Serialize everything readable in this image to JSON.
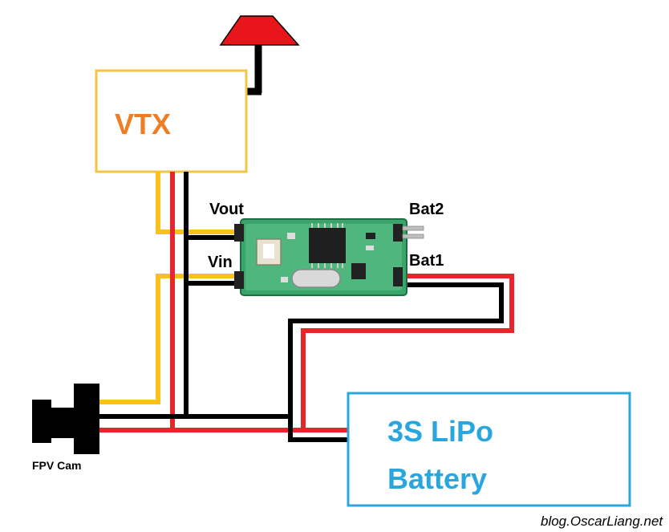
{
  "labels": {
    "vtx": "VTX",
    "vout": "Vout",
    "vin": "Vin",
    "bat2": "Bat2",
    "bat1": "Bat1",
    "battery_line1": "3S LiPo",
    "battery_line2": "Battery",
    "fpv_cam": "FPV Cam",
    "watermark": "blog.OscarLiang.net"
  },
  "colors": {
    "vtx_box": "#f4c542",
    "vtx_text": "#ef7d23",
    "battery_box": "#2aa6de",
    "battery_text": "#2aa6de",
    "wire_red": "#e8252a",
    "wire_black": "#000000",
    "wire_yellow": "#f9c21b",
    "antenna": "#e8161b",
    "pcb_green": "#3aa56b"
  },
  "icons": [
    "antenna-icon",
    "fpv-camera-icon",
    "voltage-switch-board-icon"
  ]
}
